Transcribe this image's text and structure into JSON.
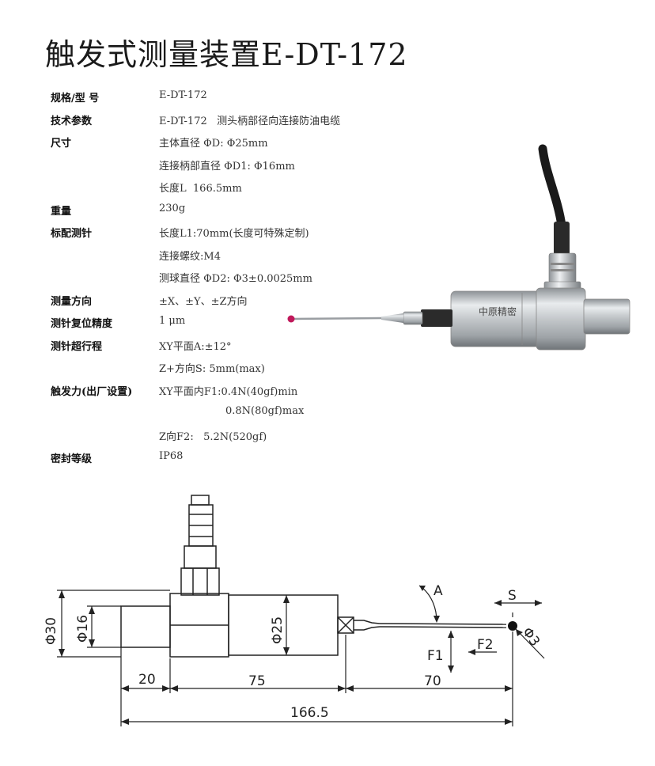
{
  "title": "触发式测量装置E-DT-172",
  "specs": [
    {
      "label": "规格/型 号",
      "value": "E-DT-172"
    },
    {
      "label": "技术参数",
      "value": "E-DT-172   测头柄部径向连接防油电缆"
    },
    {
      "label": "尺寸",
      "value": "主体直径 ΦD: Φ25mm"
    },
    {
      "label": "",
      "value": "连接柄部直径 ΦD1: Φ16mm"
    },
    {
      "label": "",
      "value": "长度L  166.5mm"
    },
    {
      "label": "重量",
      "value": "230g"
    },
    {
      "label": "标配测针",
      "value": "长度L1:70mm(长度可特殊定制)"
    },
    {
      "label": "",
      "value": "连接螺纹:M4"
    },
    {
      "label": "",
      "value": "测球直径 ΦD2: Φ3±0.0025mm"
    },
    {
      "label": "测量方向",
      "value": "±X、±Y、±Z方向"
    },
    {
      "label": "测针复位精度",
      "value": "1 μm"
    },
    {
      "label": "测针超行程",
      "value": "XY平面A:±12°"
    },
    {
      "label": "",
      "value": "Z+方向S: 5mm(max)"
    },
    {
      "label": "触发力(出厂设置)",
      "value": "XY平面内F1:0.4N(40gf)min"
    },
    {
      "label": "",
      "value": "0.8N(80gf)max",
      "indent": true
    },
    {
      "label": "",
      "value": "Z向F2:   5.2N(520gf)"
    },
    {
      "label": "密封等级",
      "value": "IP68"
    }
  ],
  "photo": {
    "logo_text": "中原精密"
  },
  "drawing": {
    "labels": {
      "phi30": "Φ30",
      "phi16": "Φ16",
      "phi25": "Φ25",
      "phi3": "Φ3",
      "A": "A",
      "S": "S",
      "F1": "F1",
      "F2": "F2"
    },
    "dims": {
      "d20": "20",
      "d75": "75",
      "d70": "70",
      "total": "166.5"
    }
  },
  "colors": {
    "ball": "#c0185a",
    "steel": "#b8bcc0",
    "cable": "#1a1a1a"
  }
}
